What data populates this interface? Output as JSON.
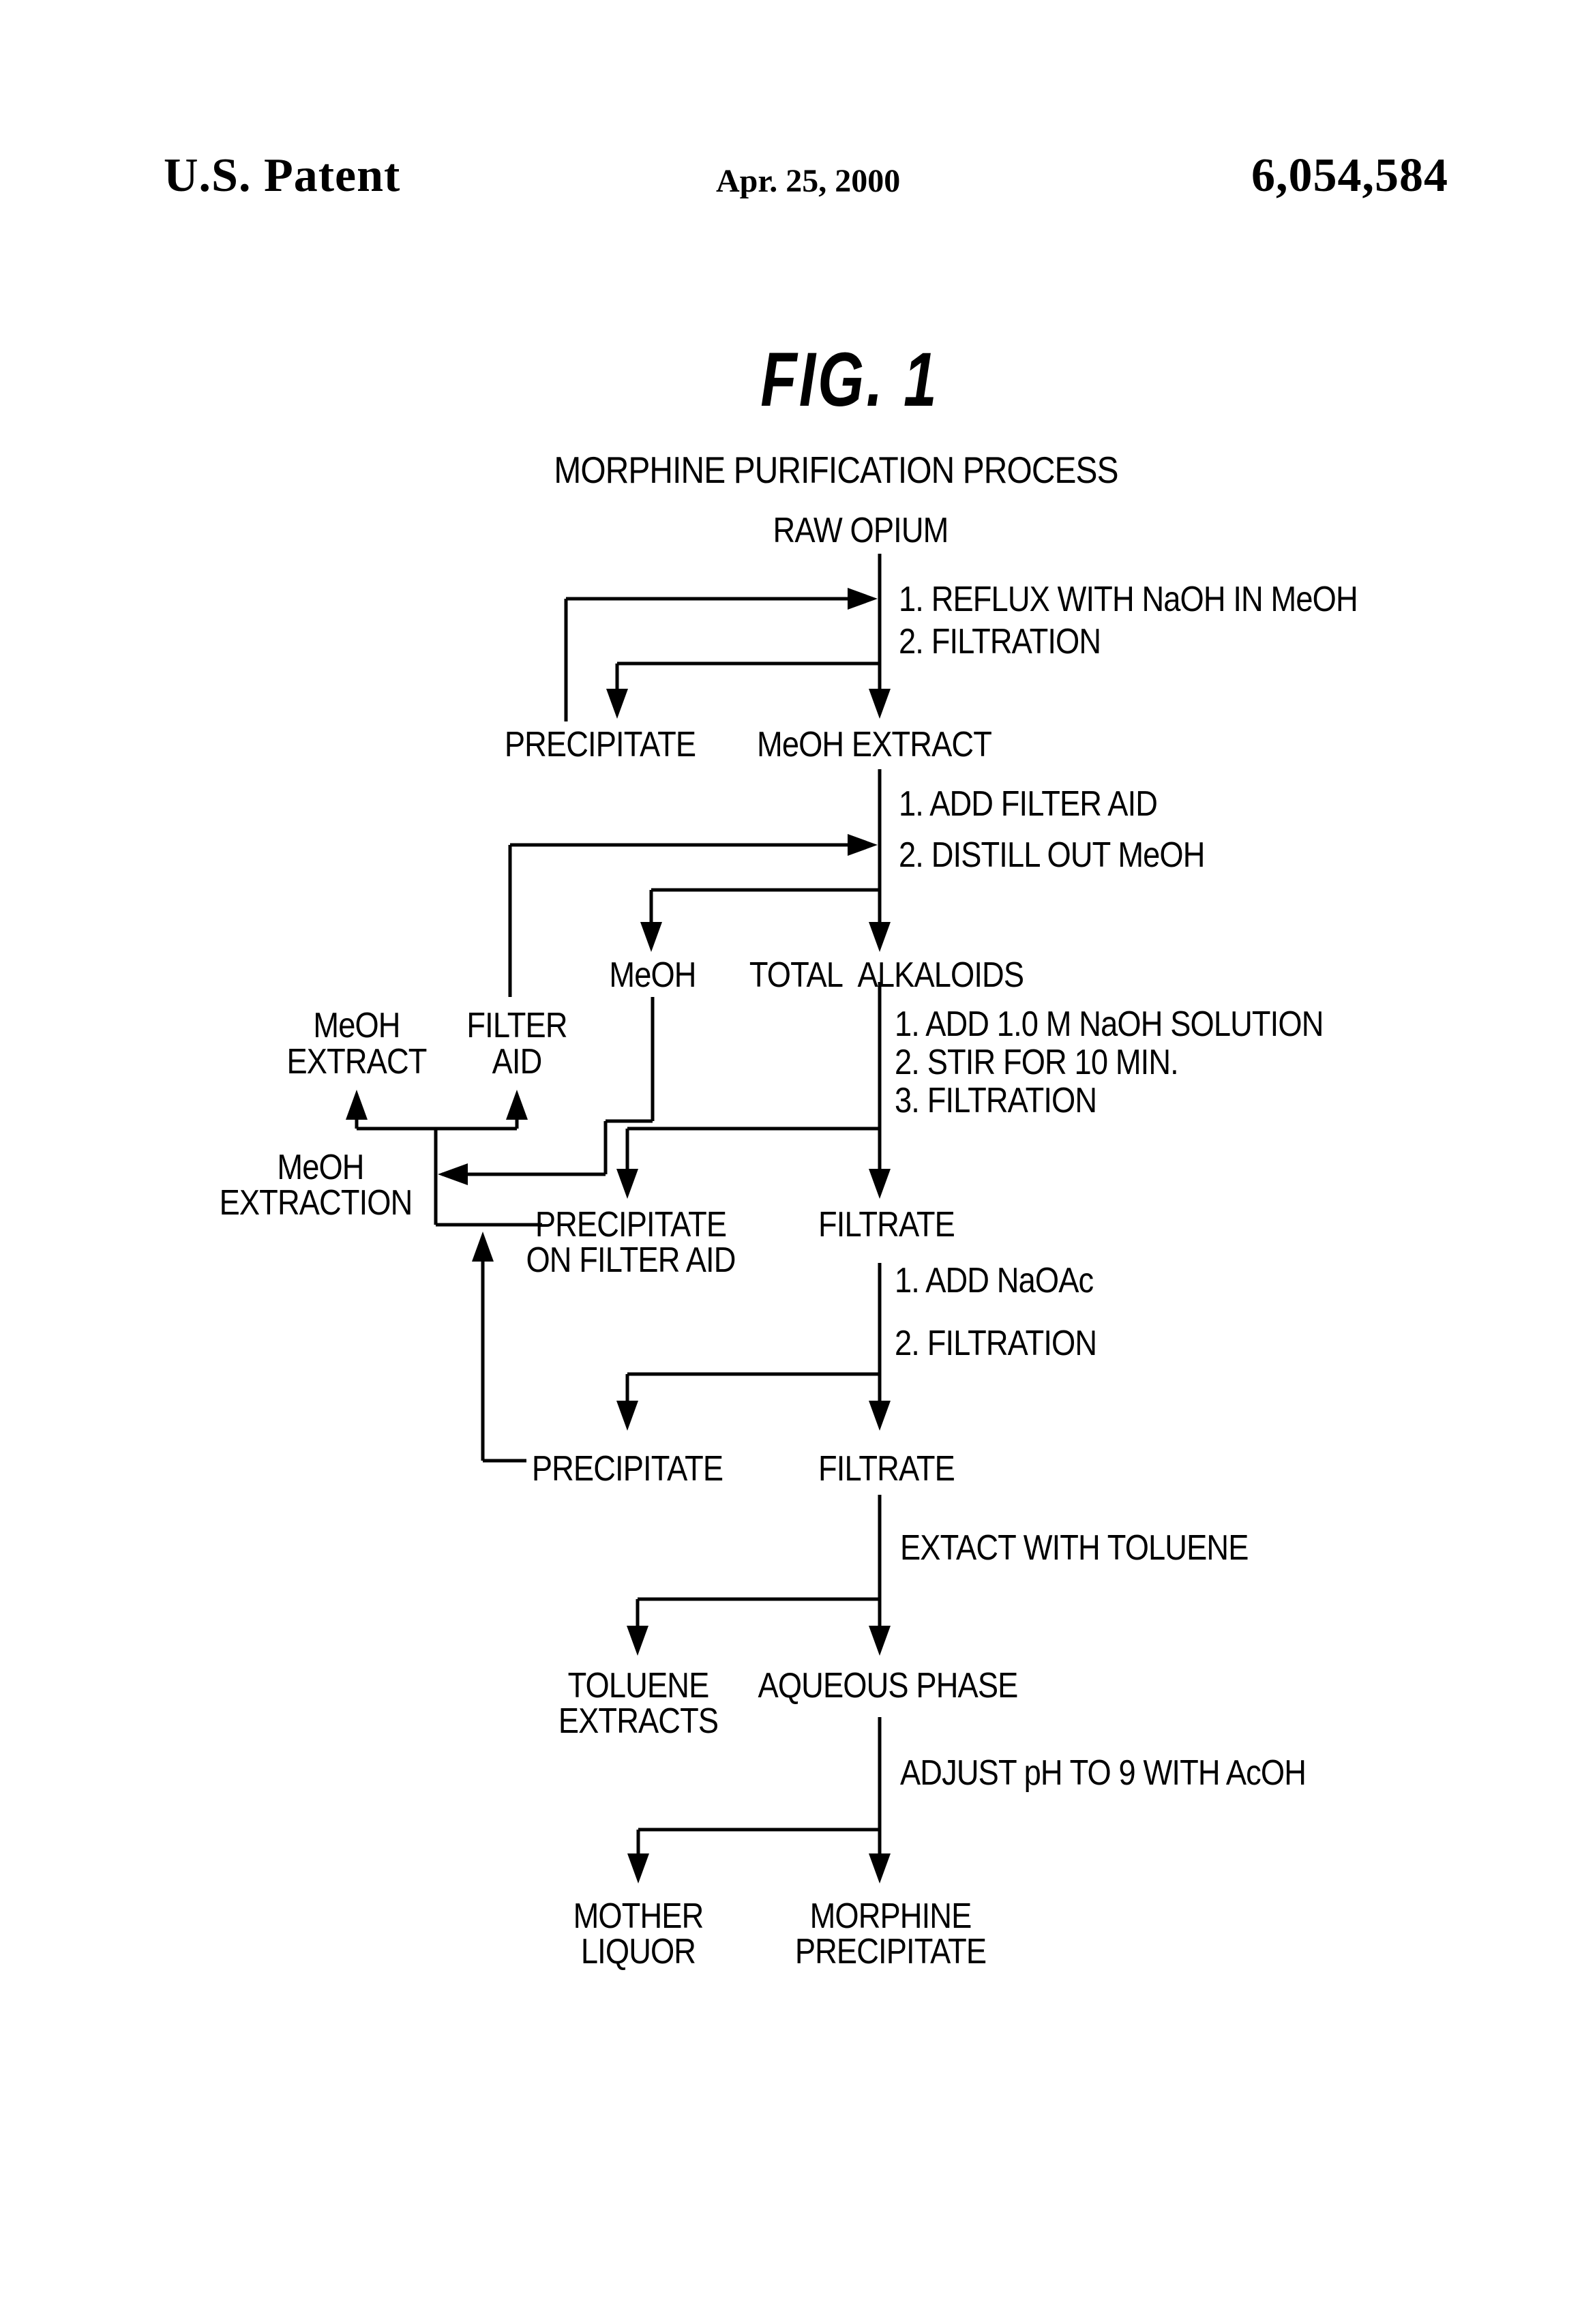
{
  "colors": {
    "ink": "#000000",
    "paper": "#ffffff"
  },
  "header": {
    "patent_label": "U.S. Patent",
    "date": "Apr. 25, 2000",
    "patent_number": "6,054,584"
  },
  "figure": {
    "fig_label": "FIG. 1",
    "title": "MORPHINE PURIFICATION PROCESS"
  },
  "flow": {
    "source": "RAW OPIUM",
    "step1": {
      "op1": "1. REFLUX WITH NaOH IN MeOH",
      "op2": "2. FILTRATION"
    },
    "row1": {
      "precipitate": "PRECIPITATE",
      "meoh_extract": "MeOH EXTRACT"
    },
    "step2": {
      "op1": "1. ADD FILTER AID",
      "op2": "2. DISTILL OUT MeOH"
    },
    "row2": {
      "meoh": "MeOH",
      "total_alkaloids": "TOTAL ALKALOIDS"
    },
    "step3": {
      "op1": "1. ADD 1.0 M NaOH SOLUTION",
      "op2": "2. STIR FOR 10 MIN.",
      "op3": "3. FILTRATION"
    },
    "row3": {
      "precipitate_line1": "PRECIPITATE",
      "precipitate_line2": "ON FILTER AID",
      "filtrate": "FILTRATE"
    },
    "step4": {
      "op1": "1. ADD NaOAc",
      "op2": "2. FILTRATION"
    },
    "row4": {
      "precipitate": "PRECIPITATE",
      "filtrate": "FILTRATE"
    },
    "step5": {
      "op1": "EXTACT WITH TOLUENE"
    },
    "row5": {
      "toluene_line1": "TOLUENE",
      "toluene_line2": "EXTRACTS",
      "aqueous_phase": "AQUEOUS PHASE"
    },
    "step6": {
      "op1": "ADJUST pH TO 9 WITH AcOH"
    },
    "row6": {
      "mother_line1": "MOTHER",
      "mother_line2": "LIQUOR",
      "morphine_line1": "MORPHINE",
      "morphine_line2": "PRECIPITATE"
    },
    "side": {
      "meoh_extract_line1": "MeOH",
      "meoh_extract_line2": "EXTRACT",
      "filter_aid_line1": "FILTER",
      "filter_aid_line2": "AID",
      "extraction_line1": "MeOH",
      "extraction_line2": "EXTRACTION"
    }
  }
}
